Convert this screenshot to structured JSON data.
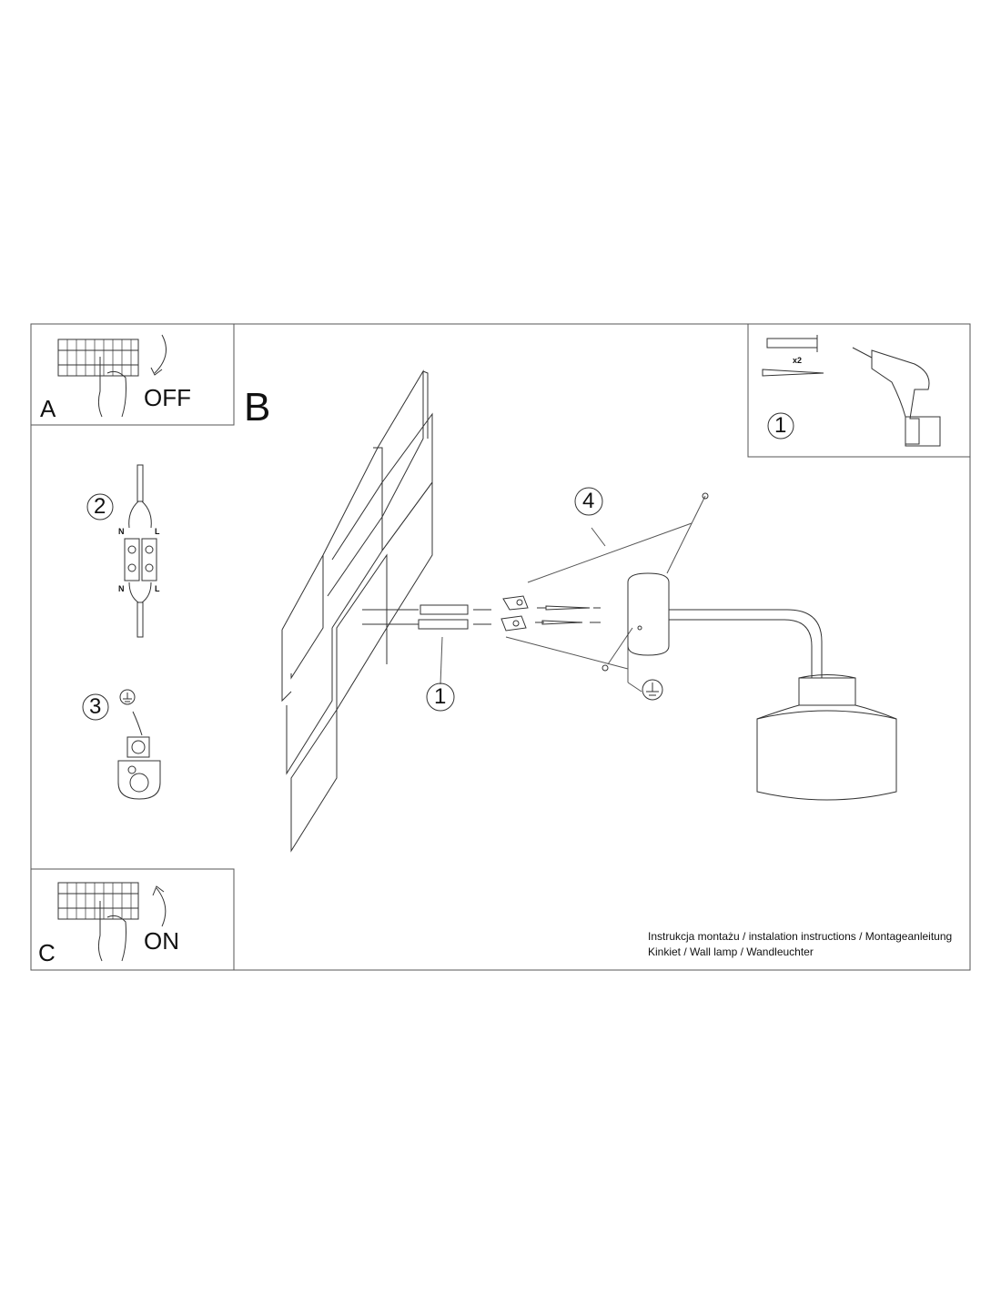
{
  "panels": {
    "a": {
      "letter": "A",
      "state": "OFF"
    },
    "b": {
      "letter": "B"
    },
    "c": {
      "letter": "C",
      "state": "ON"
    }
  },
  "steps": {
    "step1_top": "1",
    "step1_wall": "1",
    "step2": "2",
    "step3": "3",
    "step4": "4"
  },
  "fixings_quantity": "x2",
  "wiring_labels": {
    "n_top": "N",
    "l_top": "L",
    "n_bottom": "N",
    "l_bottom": "L"
  },
  "footer": {
    "line1": "Instrukcja montażu / instalation instructions / Montageanleitung",
    "line2": "Kinkiet / Wall lamp / Wandleuchter"
  }
}
